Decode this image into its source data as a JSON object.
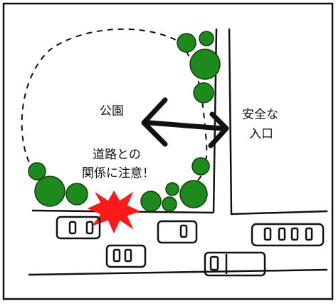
{
  "labels": {
    "park": "公園",
    "safe_entrance_line1": "安全な",
    "safe_entrance_line2": "入口",
    "warning_line1": "道路との",
    "warning_line2": "関係に注意！"
  },
  "colors": {
    "tree_fill": "#1e8a1e",
    "tree_stroke": "#0c3f0c",
    "crash_burst": "#ff1a1a",
    "ink": "#111111",
    "background": "#ffffff"
  },
  "icons": {
    "trees": "tree-icon",
    "crash": "crash-burst-icon",
    "cars": "car-icon",
    "arrow": "double-arrow-icon"
  }
}
